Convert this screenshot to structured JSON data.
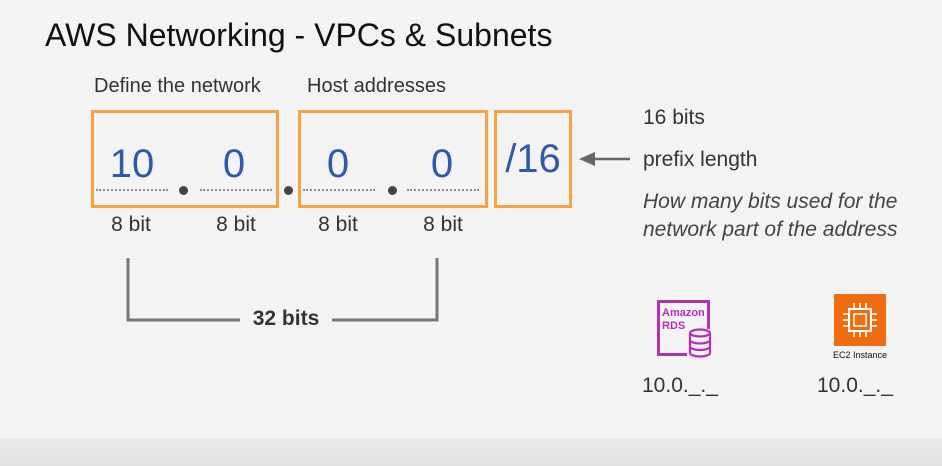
{
  "title": "AWS Networking - VPCs & Subnets",
  "labels": {
    "network": "Define the network",
    "hosts": "Host addresses"
  },
  "octets": [
    "10",
    "0",
    "0",
    "0"
  ],
  "bit_labels": [
    "8 bit",
    "8 bit",
    "8 bit",
    "8 bit"
  ],
  "prefix": "/16",
  "prefix_info": {
    "bits": "16 bits",
    "name": "prefix length",
    "description_line1": "How many bits used for the",
    "description_line2": "network part of the address"
  },
  "total_bits": "32 bits",
  "icons": {
    "rds": {
      "label_top": "Amazon",
      "label_bottom": "RDS",
      "caption": "10.0._._",
      "color": "#b42fb4"
    },
    "ec2": {
      "label": "EC2 Instance",
      "caption": "10.0._._",
      "color": "#ef6c11"
    }
  },
  "colors": {
    "box_border": "#f4a340",
    "octet_text": "#2f5aa8"
  }
}
